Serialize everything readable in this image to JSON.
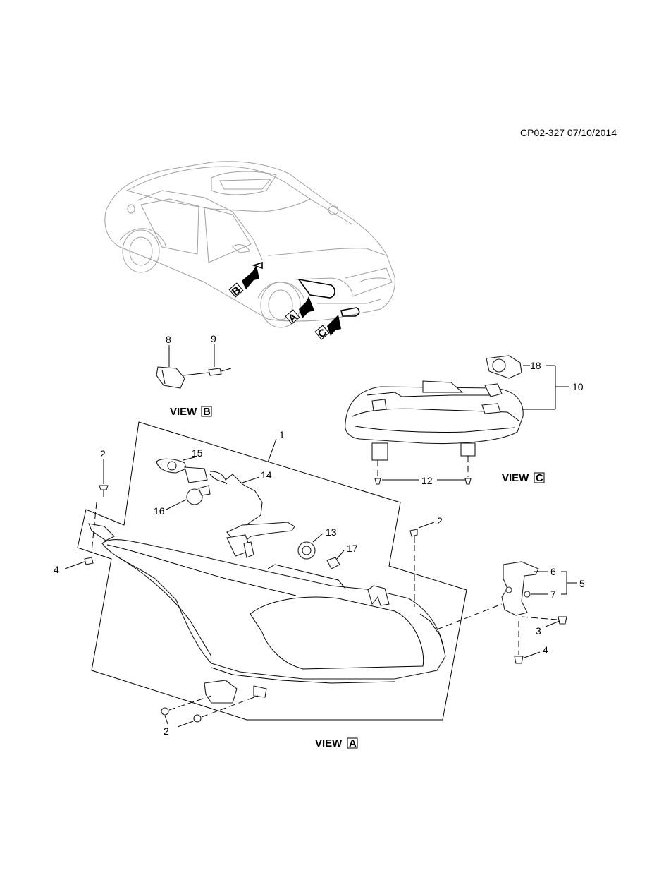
{
  "doc_id": "CP02-327 07/10/2014",
  "views": {
    "a": {
      "prefix": "VIEW",
      "letter": "A"
    },
    "b": {
      "prefix": "VIEW",
      "letter": "B"
    },
    "c": {
      "prefix": "VIEW",
      "letter": "C"
    }
  },
  "car_arrows": [
    "A",
    "B",
    "C"
  ],
  "callouts": {
    "p1": "1",
    "p2a": "2",
    "p2b": "2",
    "p2c": "2",
    "p3": "3",
    "p4a": "4",
    "p4b": "4",
    "p5": "5",
    "p6": "6",
    "p7": "7",
    "p8": "8",
    "p9": "9",
    "p10": "10",
    "p12": "12",
    "p13": "13",
    "p14": "14",
    "p15": "15",
    "p16": "16",
    "p17": "17",
    "p18": "18"
  }
}
